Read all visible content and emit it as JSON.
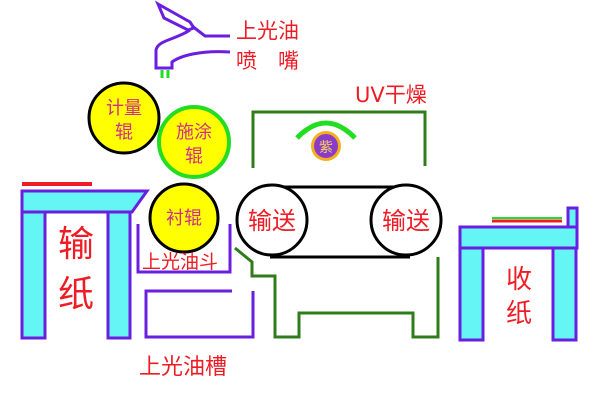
{
  "labels": {
    "nozzle_line1": "上光油",
    "nozzle_line2": "喷　嘴",
    "metering_roller_line1": "计量",
    "metering_roller_line2": "辊",
    "applicator_roller_line1": "施涂",
    "applicator_roller_line2": "辊",
    "backing_roller": "衬辊",
    "feeder": [
      "输",
      "纸"
    ],
    "hopper": "上光油斗",
    "tank": "上光油槽",
    "uv_dryer": "UV干燥",
    "uv_lamp": "紫",
    "conveyor_left": "输送",
    "conveyor_right": "输送",
    "delivery": [
      "收",
      "纸"
    ]
  },
  "colors": {
    "label_red": "#ee1c24",
    "outline_purple": "#6a1fe0",
    "table_cyan": "#66f5f5",
    "roller_yellow": "#ffff00",
    "frame_green": "#2f7d1a",
    "bright_green": "#22dd22",
    "lamp_orange": "#f5b020",
    "lamp_purple": "#8a3cc8",
    "text_magenta": "#d0308a"
  }
}
